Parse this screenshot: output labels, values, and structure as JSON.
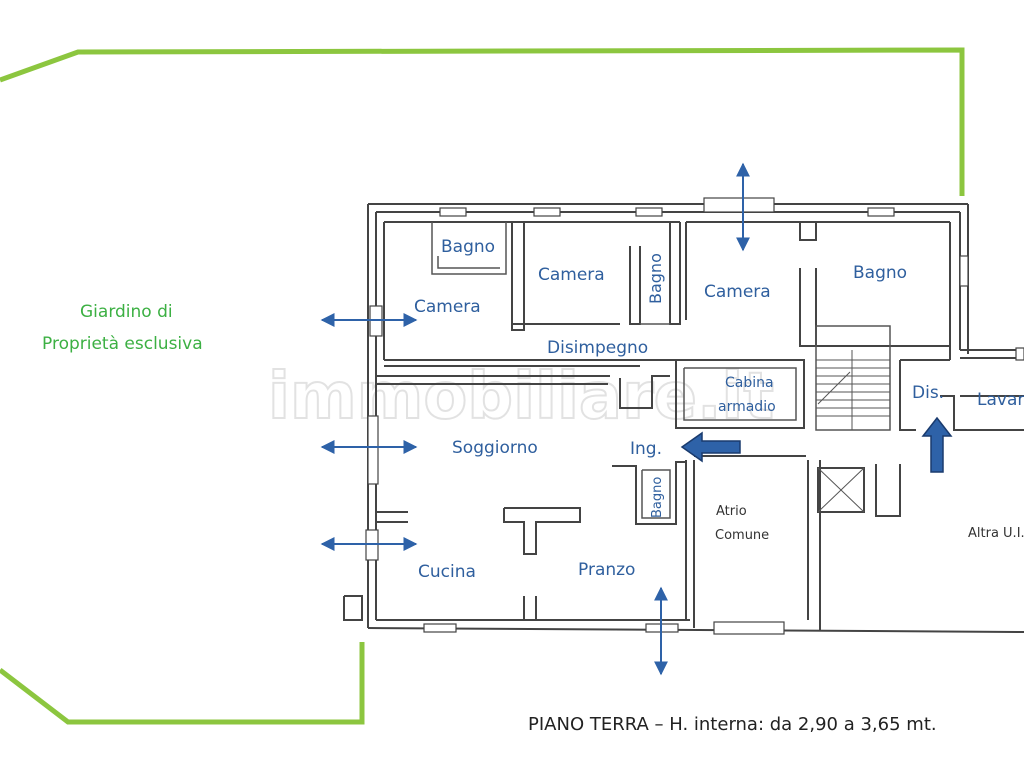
{
  "garden": {
    "line1": "Giardino di",
    "line2": "Proprietà esclusiva",
    "border_color": "#8cc63f",
    "text_color": "#3cb043"
  },
  "rooms": {
    "bagno_1": "Bagno",
    "camera_1": "Camera",
    "camera_2": "Camera",
    "bagno_2": "Bagno",
    "camera_3": "Camera",
    "bagno_3": "Bagno",
    "disimpegno": "Disimpegno",
    "cabina_1": "Cabina",
    "cabina_2": "armadio",
    "dis": "Dis.",
    "lavan": "Lavan",
    "soggiorno": "Soggiorno",
    "ing": "Ing.",
    "bagno_4": "Bagno",
    "atrio_1": "Atrio",
    "atrio_2": "Comune",
    "altra": "Altra U.I.",
    "cucina": "Cucina",
    "pranzo": "Pranzo"
  },
  "room_color": "#2f5f9e",
  "arrow_color": "#2e62a8",
  "watermark": "immobiliare.it",
  "caption": "PIANO TERRA – H. interna: da 2,90 a 3,65 mt."
}
